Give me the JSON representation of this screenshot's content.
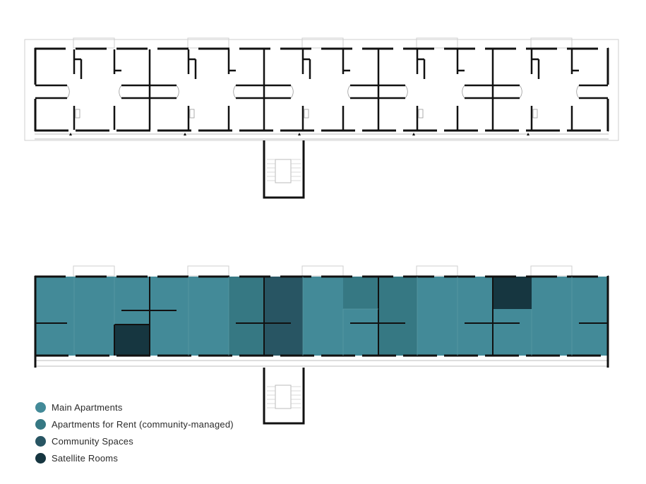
{
  "legend": [
    {
      "key": "main",
      "label": "Main Apartments",
      "color": "#438a98"
    },
    {
      "key": "rent",
      "label": "Apartments for Rent (community-managed)",
      "color": "#367883"
    },
    {
      "key": "community",
      "label": "Community Spaces",
      "color": "#285563"
    },
    {
      "key": "satellite",
      "label": "Satellite Rooms",
      "color": "#163640"
    }
  ]
}
